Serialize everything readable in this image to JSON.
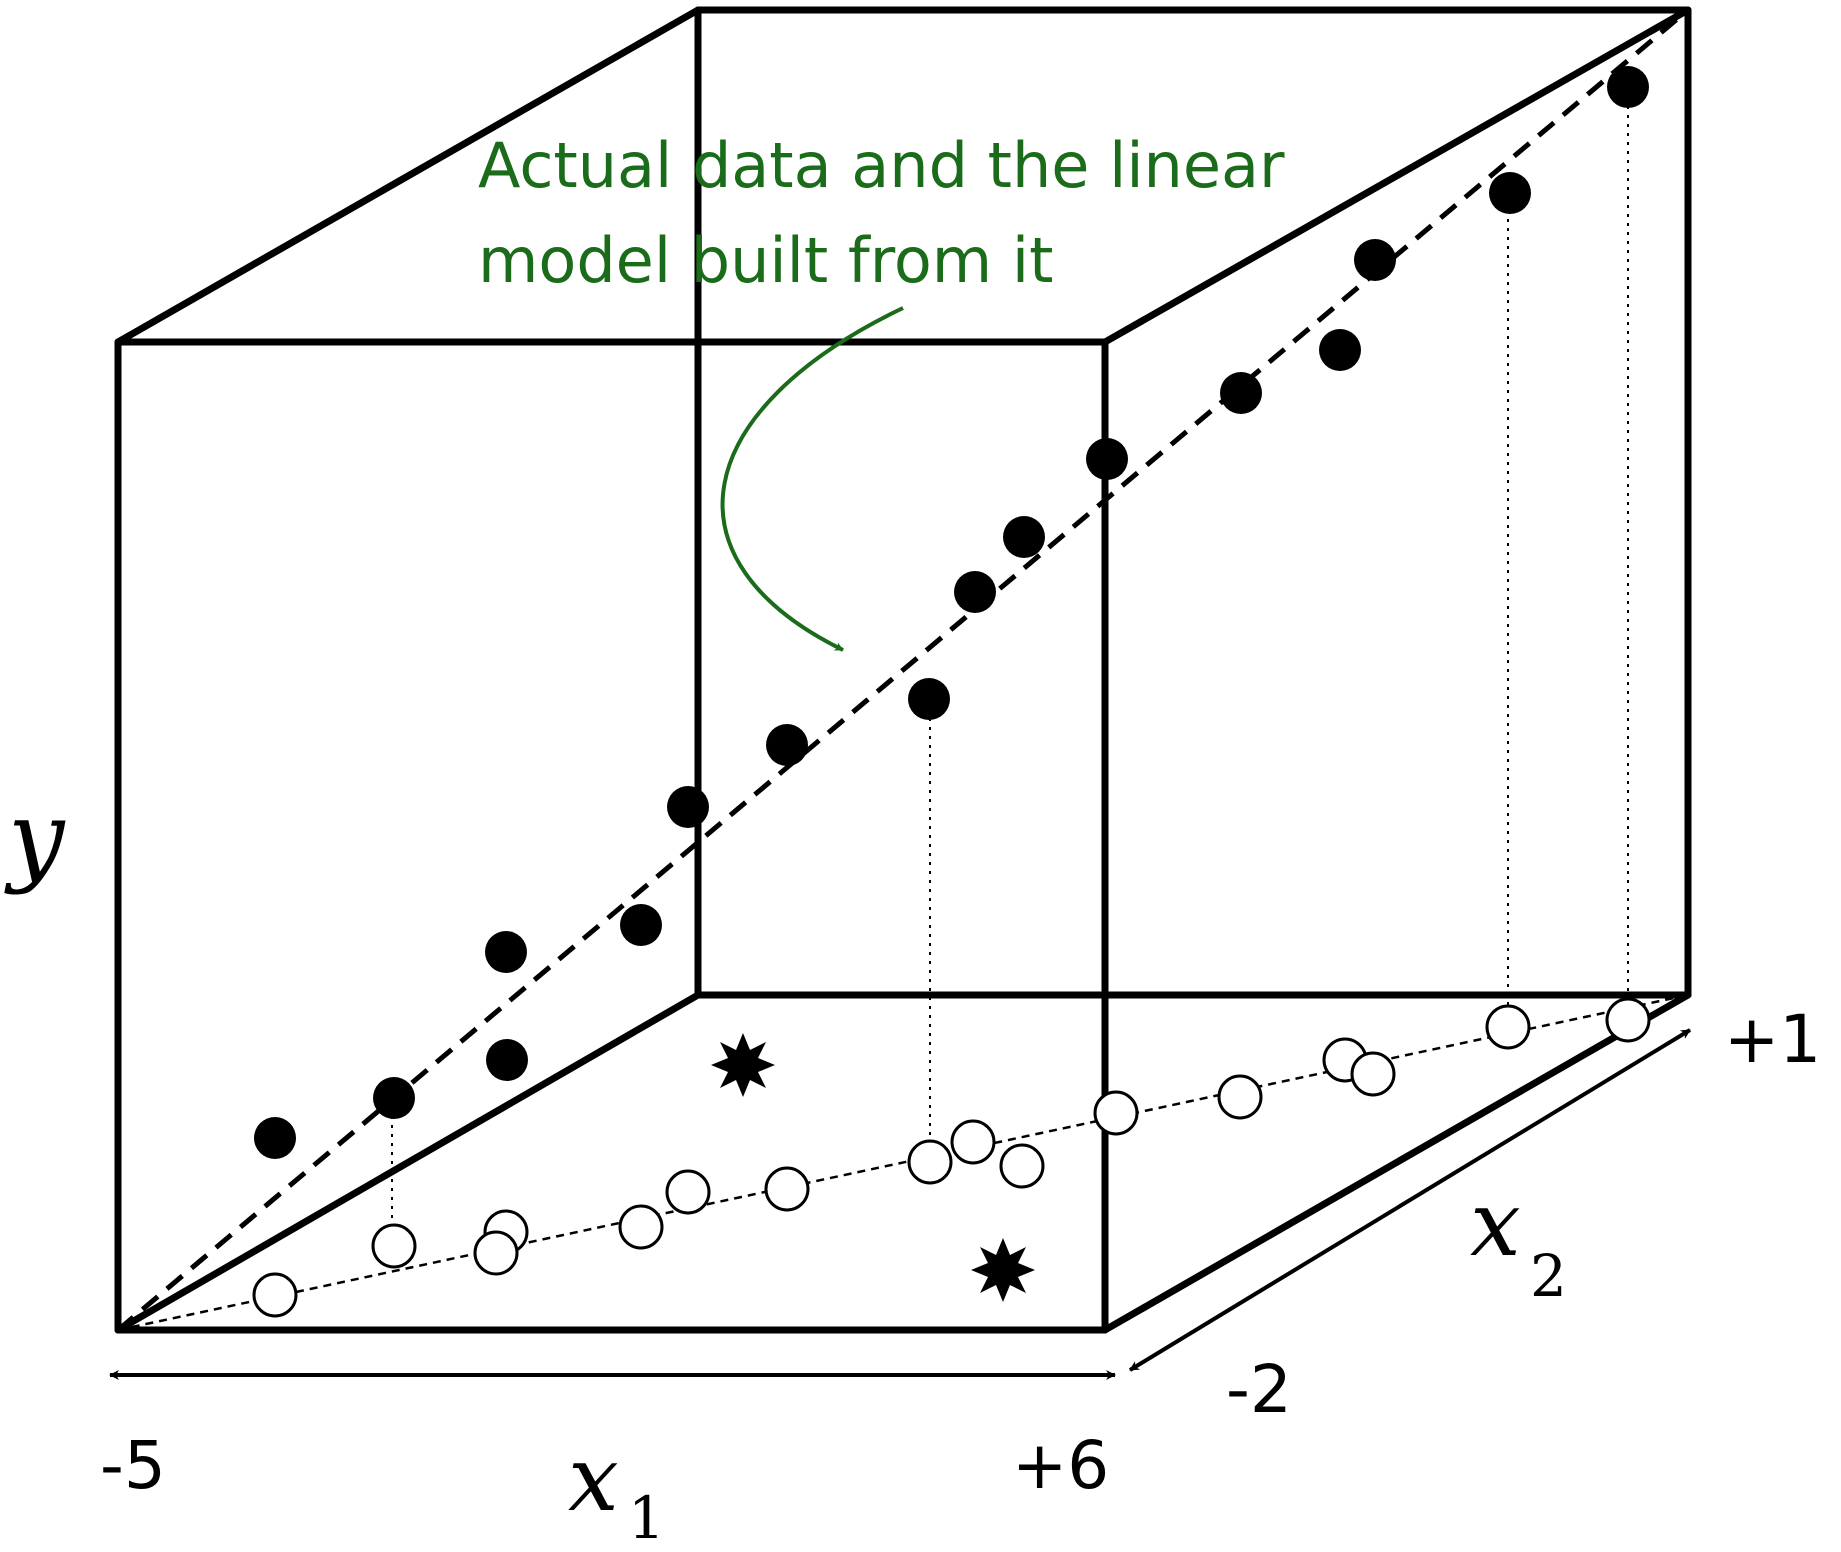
{
  "annotation": {
    "line1": "Actual data and the linear",
    "line2": "model built from it",
    "color": "#1a6b1a"
  },
  "axes": {
    "y_label": "y",
    "x1_label": "x",
    "x1_sub": "1",
    "x2_label": "x",
    "x2_sub": "2",
    "x1_min_label": "-5",
    "x1_max_label": "+6",
    "x2_min_label": "-2",
    "x2_max_label": "+1"
  },
  "markers": {
    "filled": "filled-point",
    "projection": "open-circle-projection",
    "star": "star-marker"
  }
}
